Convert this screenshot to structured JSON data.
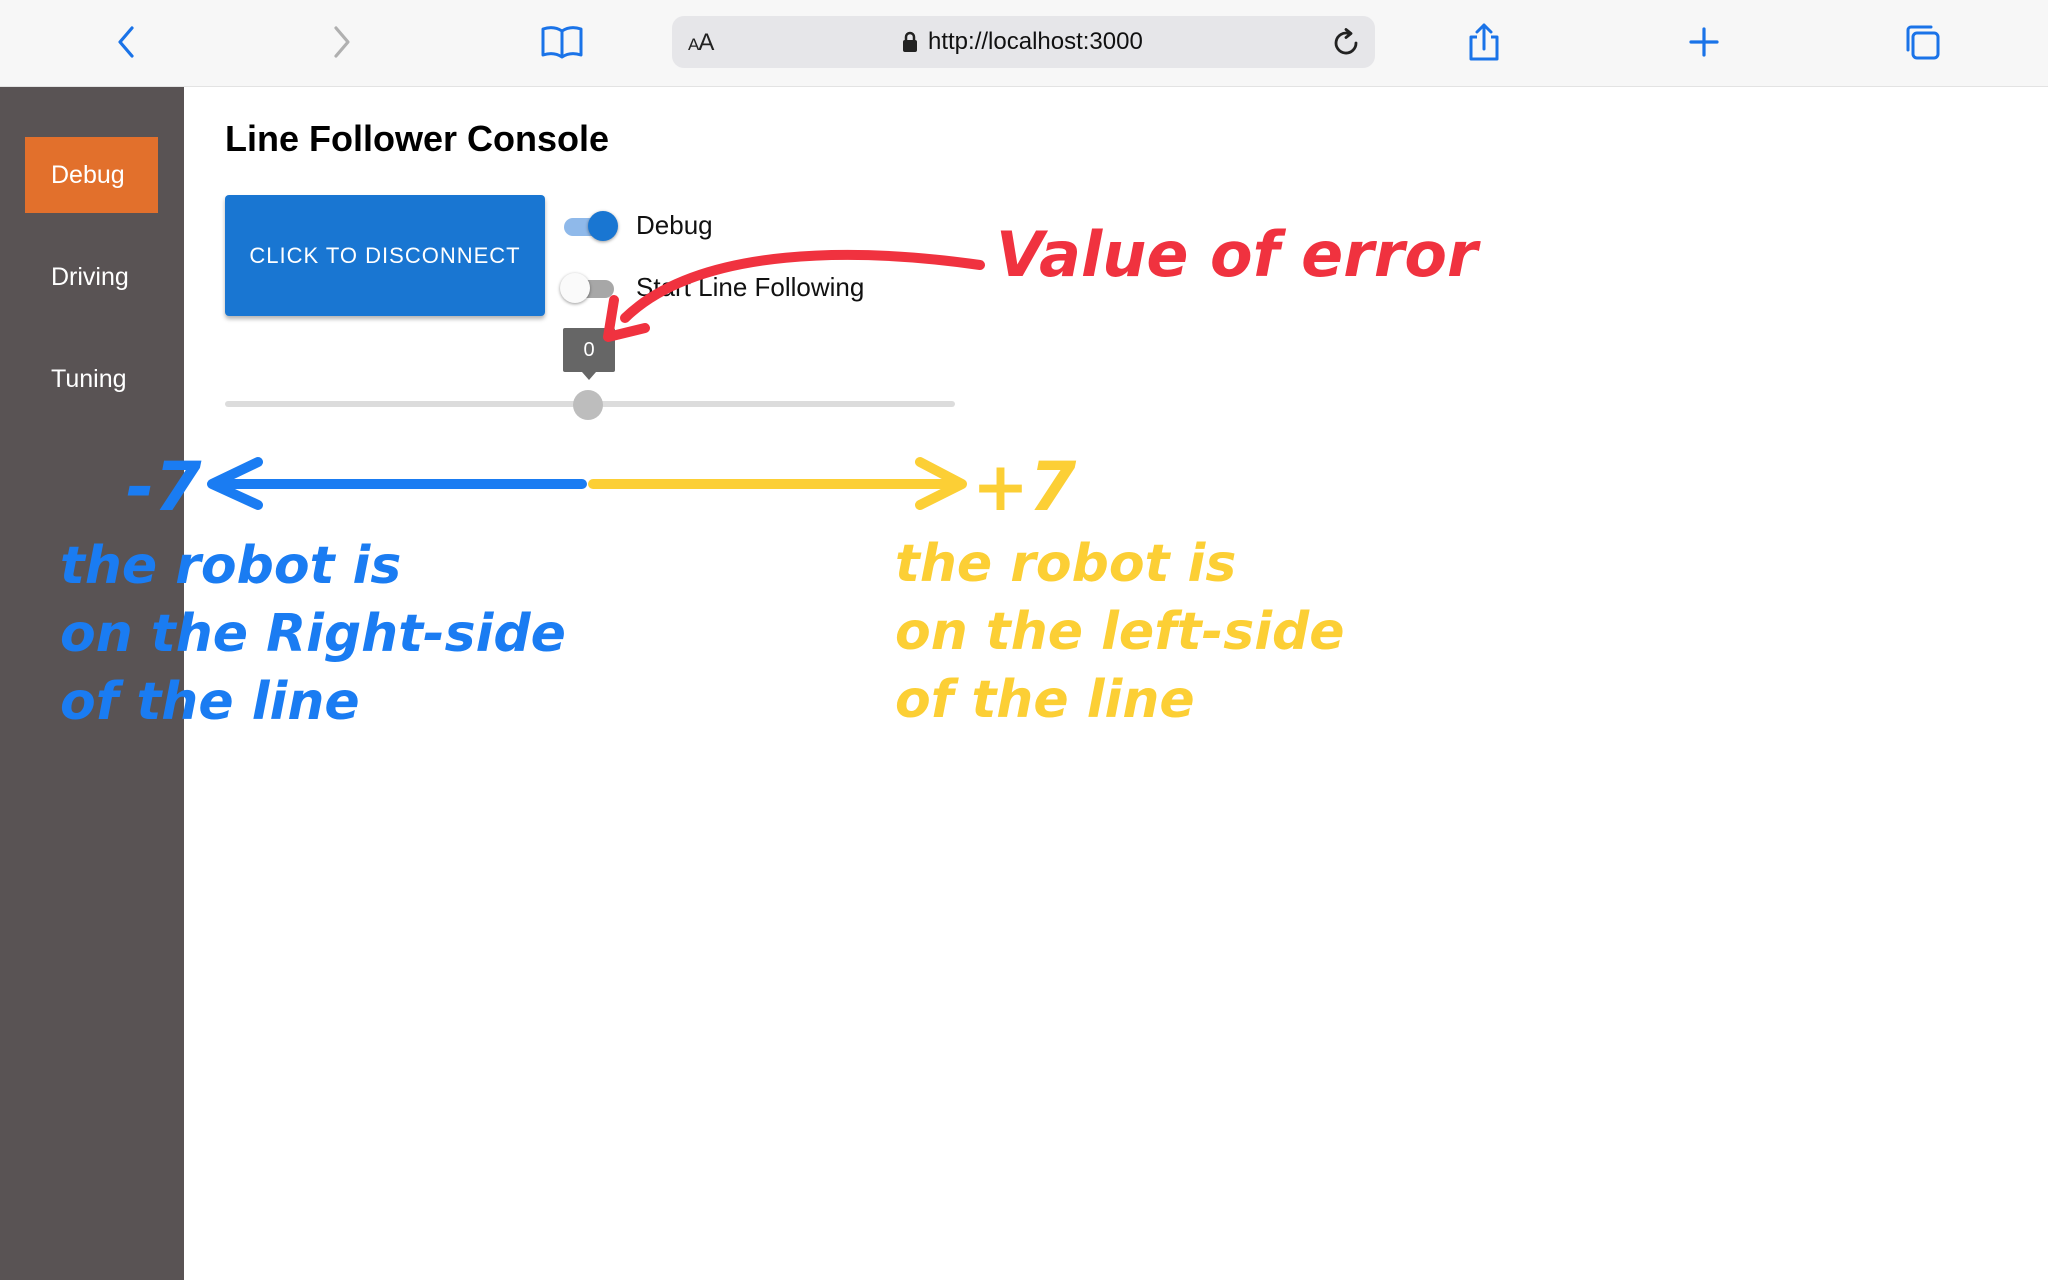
{
  "browser": {
    "aa_label_small": "A",
    "aa_label_large": "A",
    "url": "http://localhost:3000"
  },
  "sidebar": {
    "items": [
      {
        "label": "Debug",
        "active": true
      },
      {
        "label": "Driving",
        "active": false
      },
      {
        "label": "Tuning",
        "active": false
      }
    ]
  },
  "main": {
    "title": "Line Follower Console",
    "disconnect_label": "CLICK TO DISCONNECT",
    "debug_switch": {
      "label": "Debug",
      "checked": true
    },
    "line_following_switch": {
      "label": "Start Line Following",
      "checked": false
    },
    "slider": {
      "value": 0,
      "min": -7,
      "max": 7,
      "label": "0"
    }
  },
  "annotations": {
    "title": "Value of error",
    "min": "-7",
    "max": "+7",
    "left_note": [
      "the robot is",
      "on the Right-side",
      "of the line"
    ],
    "right_note": [
      "the robot is",
      "on the left-side",
      "of the line"
    ]
  },
  "colors": {
    "accent": "#1976d2",
    "sidebar_bg": "#595354",
    "sidebar_active": "#e2702c",
    "annotation_red": "#f0323f",
    "annotation_blue": "#1a7cf2",
    "annotation_yellow": "#fccf35"
  }
}
